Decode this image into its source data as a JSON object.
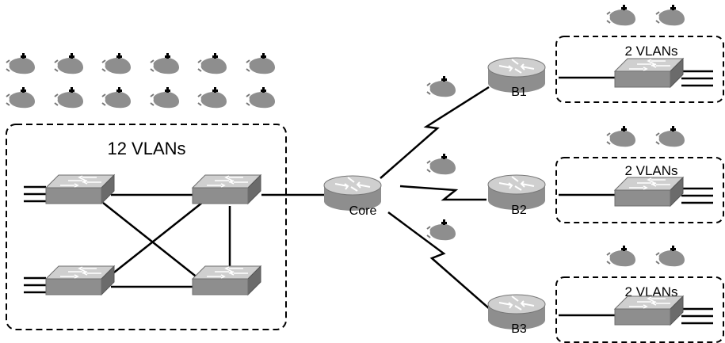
{
  "campus": {
    "label": "12 VLANs"
  },
  "routers": {
    "core": "Core",
    "b1": "B1",
    "b2": "B2",
    "b3": "B3"
  },
  "branches": [
    {
      "label": "2 VLANs"
    },
    {
      "label": "2 VLANs"
    },
    {
      "label": "2 VLANs"
    }
  ],
  "colors": {
    "device_gray": "#8e8e8e",
    "device_light": "#cfcfcf",
    "line": "#000000"
  },
  "icons": {
    "router": "router-icon",
    "switch": "switch-icon",
    "mouse": "mouse-icon"
  }
}
